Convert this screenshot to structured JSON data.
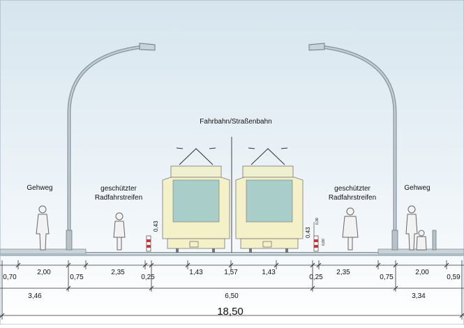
{
  "labels": {
    "carriageway": "Fahrbahn/Straßenbahn",
    "sidewalk_left": "Gehweg",
    "sidewalk_right": "Gehweg",
    "bikelane_left_1": "geschützter",
    "bikelane_left_2": "Radfahrstreifen",
    "bikelane_right_1": "geschützter",
    "bikelane_right_2": "Radfahrstreifen"
  },
  "small_dims": {
    "left_barrier_height": "0,43",
    "right_barrier_height": "0,43",
    "right_curb_top": "0,38",
    "right_curb_bottom": "0,80"
  },
  "dimensions": {
    "row1": [
      "0,70",
      "2,00",
      "0,75",
      "2,35",
      "0,25",
      "1,43",
      "1,57",
      "1,43",
      "0,25",
      "2,35",
      "0,75",
      "2,00",
      "0,59"
    ],
    "row2": [
      "3,46",
      "6,50",
      "3,34"
    ],
    "total": "18,50"
  },
  "colors": {
    "background_top": "#dce8f0",
    "background_bottom": "#ffffff",
    "tram_body": "#f4f1c8",
    "tram_window": "#a9cdc9",
    "ground": "#8fa0aa"
  }
}
